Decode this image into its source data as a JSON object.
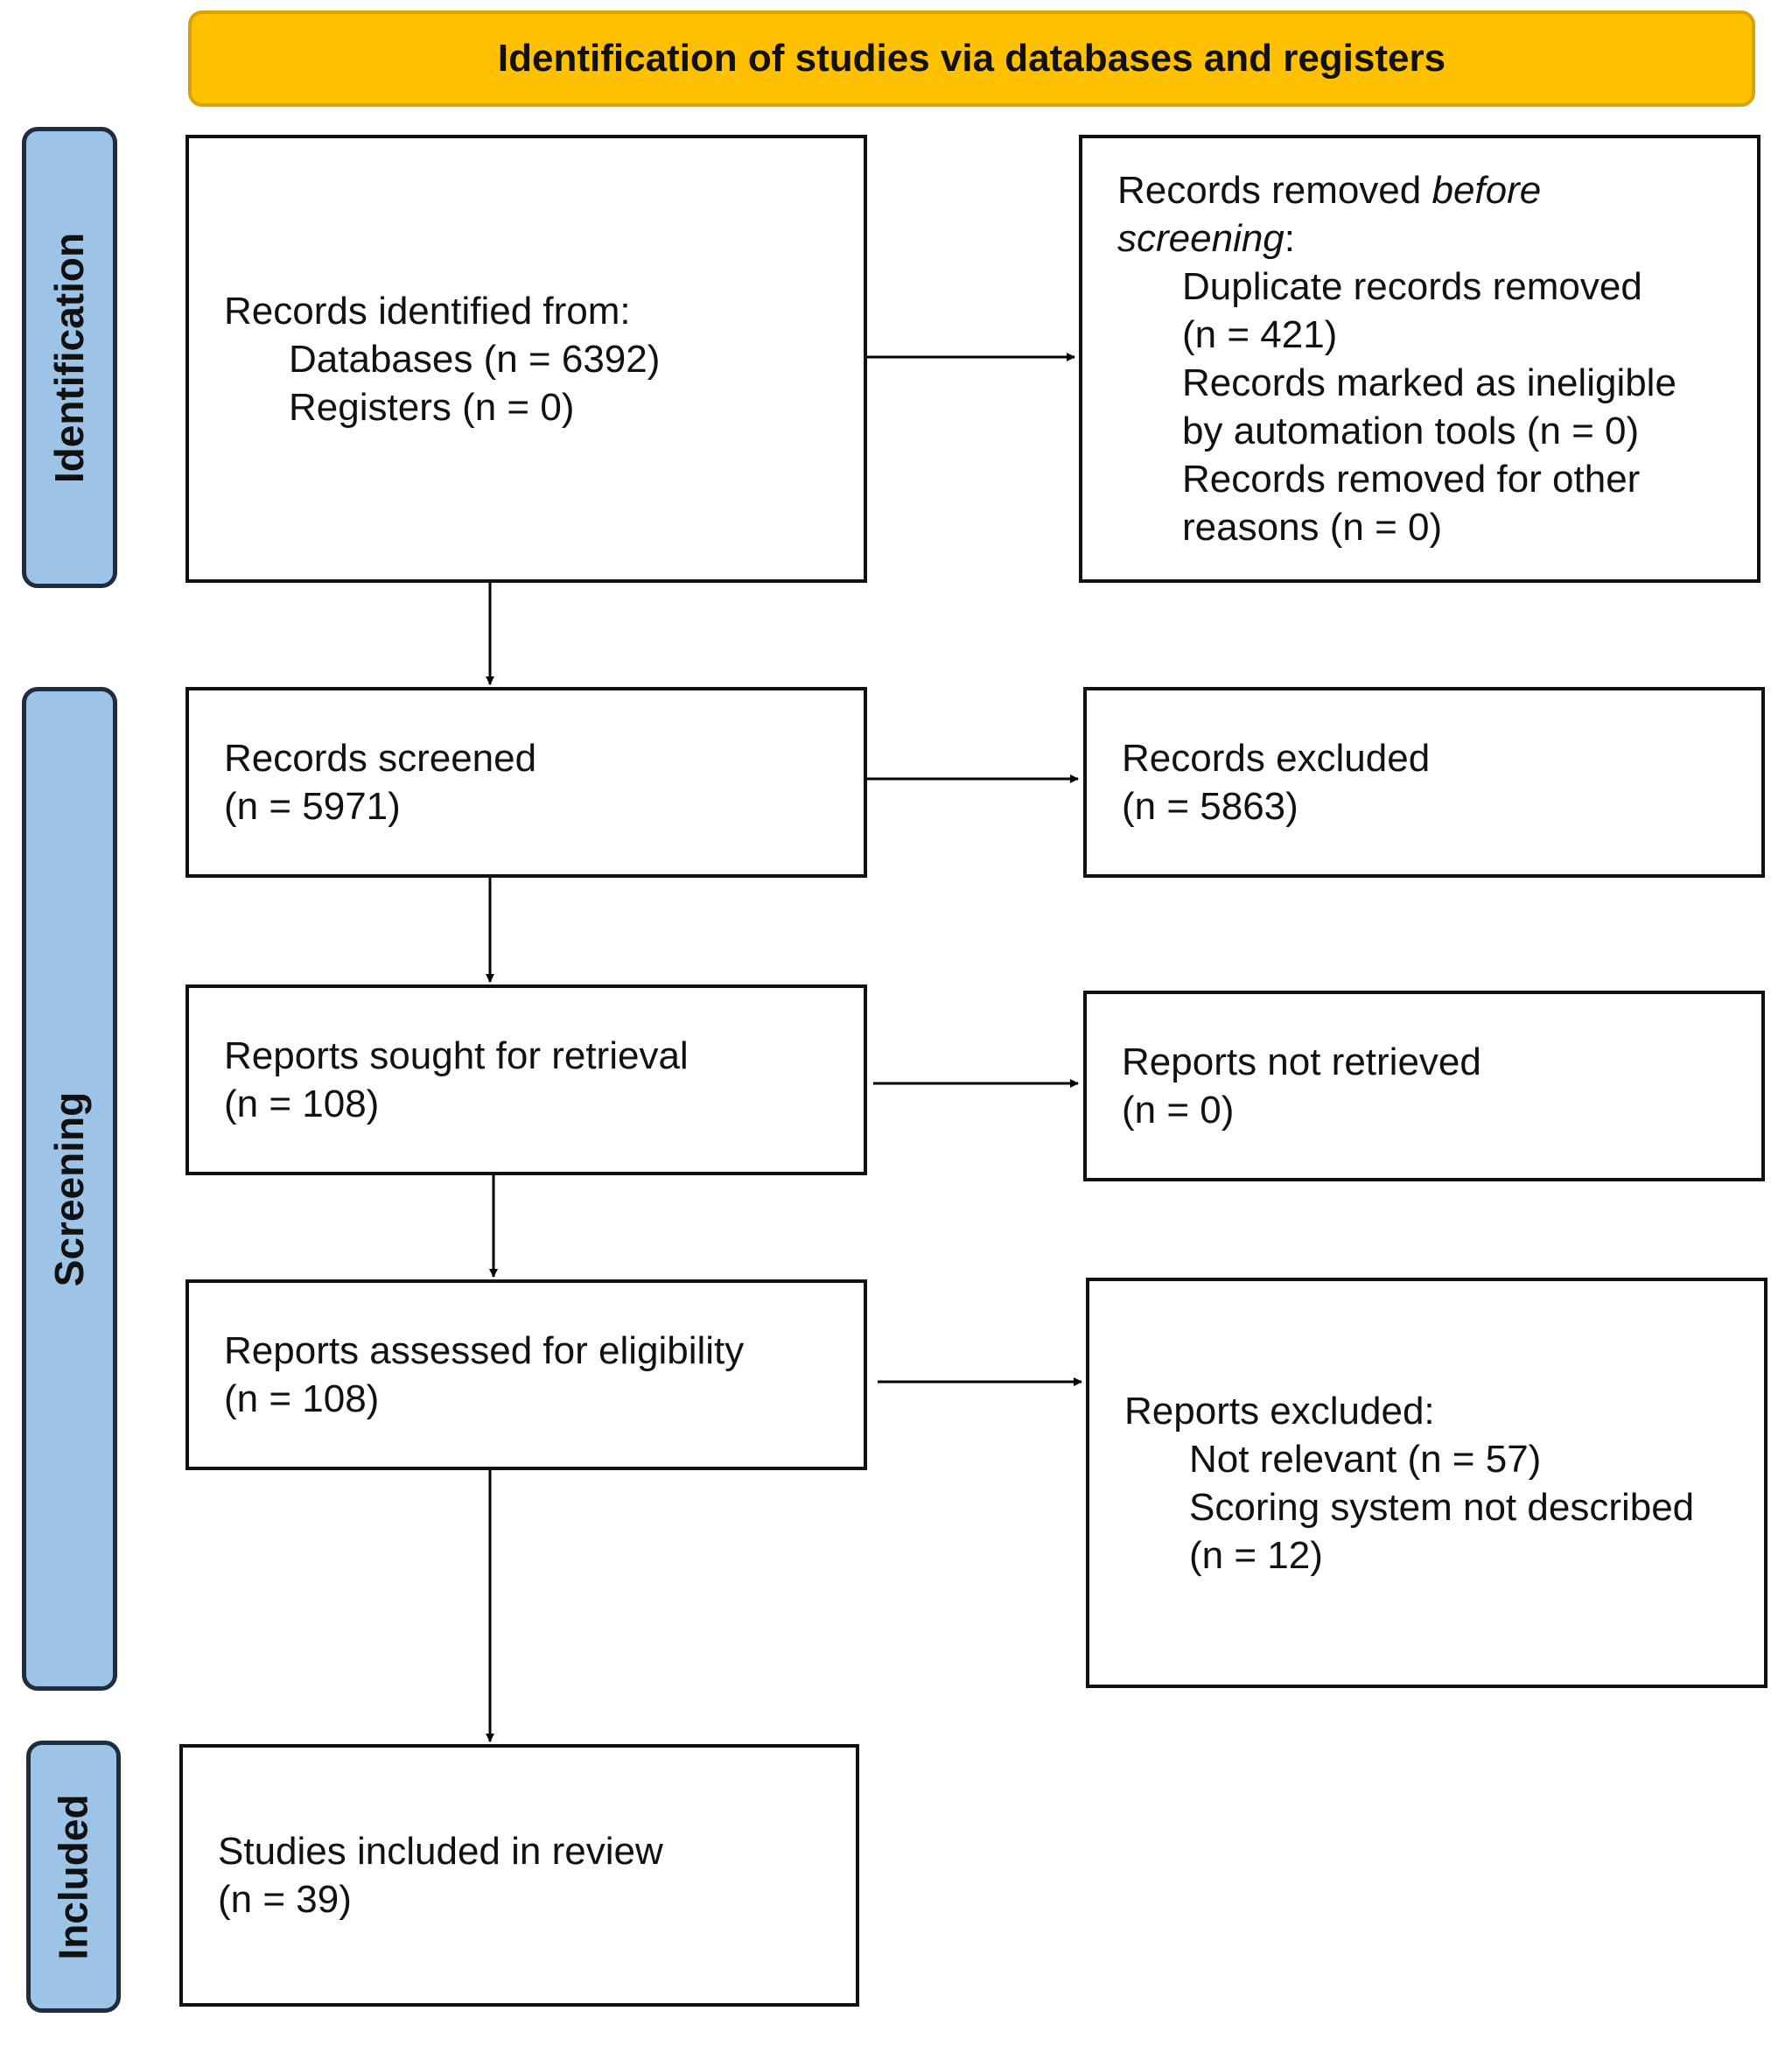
{
  "header": {
    "title": "Identification of studies via databases and registers",
    "color": "#ffc000"
  },
  "phases": {
    "identification": "Identification",
    "screening": "Screening",
    "included": "Included",
    "color": "#9dc3e6"
  },
  "boxes": {
    "identified": {
      "title": "Records identified from:",
      "lines": [
        "Databases (n = 6392)",
        "Registers (n = 0)"
      ]
    },
    "removed": {
      "title_pre": "Records removed ",
      "title_em1": "before",
      "title_em2": "screening",
      "title_post": ":",
      "lines": [
        "Duplicate records removed",
        "(n = 421)",
        "Records marked as ineligible",
        "by automation tools (n = 0)",
        "Records removed for other",
        "reasons (n = 0)"
      ]
    },
    "screened": {
      "title": "Records screened",
      "count": "(n = 5971)"
    },
    "excluded": {
      "title": "Records excluded",
      "count": "(n = 5863)"
    },
    "sought": {
      "title": "Reports sought for retrieval",
      "count": "(n = 108)"
    },
    "not_retrieved": {
      "title": "Reports not retrieved",
      "count": "(n = 0)"
    },
    "assessed": {
      "title": "Reports assessed for eligibility",
      "count": "(n = 108)"
    },
    "reports_excluded": {
      "title": "Reports excluded:",
      "lines": [
        "Not relevant (n = 57)",
        "Scoring system not described",
        "(n = 12)"
      ]
    },
    "included": {
      "title": "Studies included in review",
      "count": "(n = 39)"
    }
  }
}
